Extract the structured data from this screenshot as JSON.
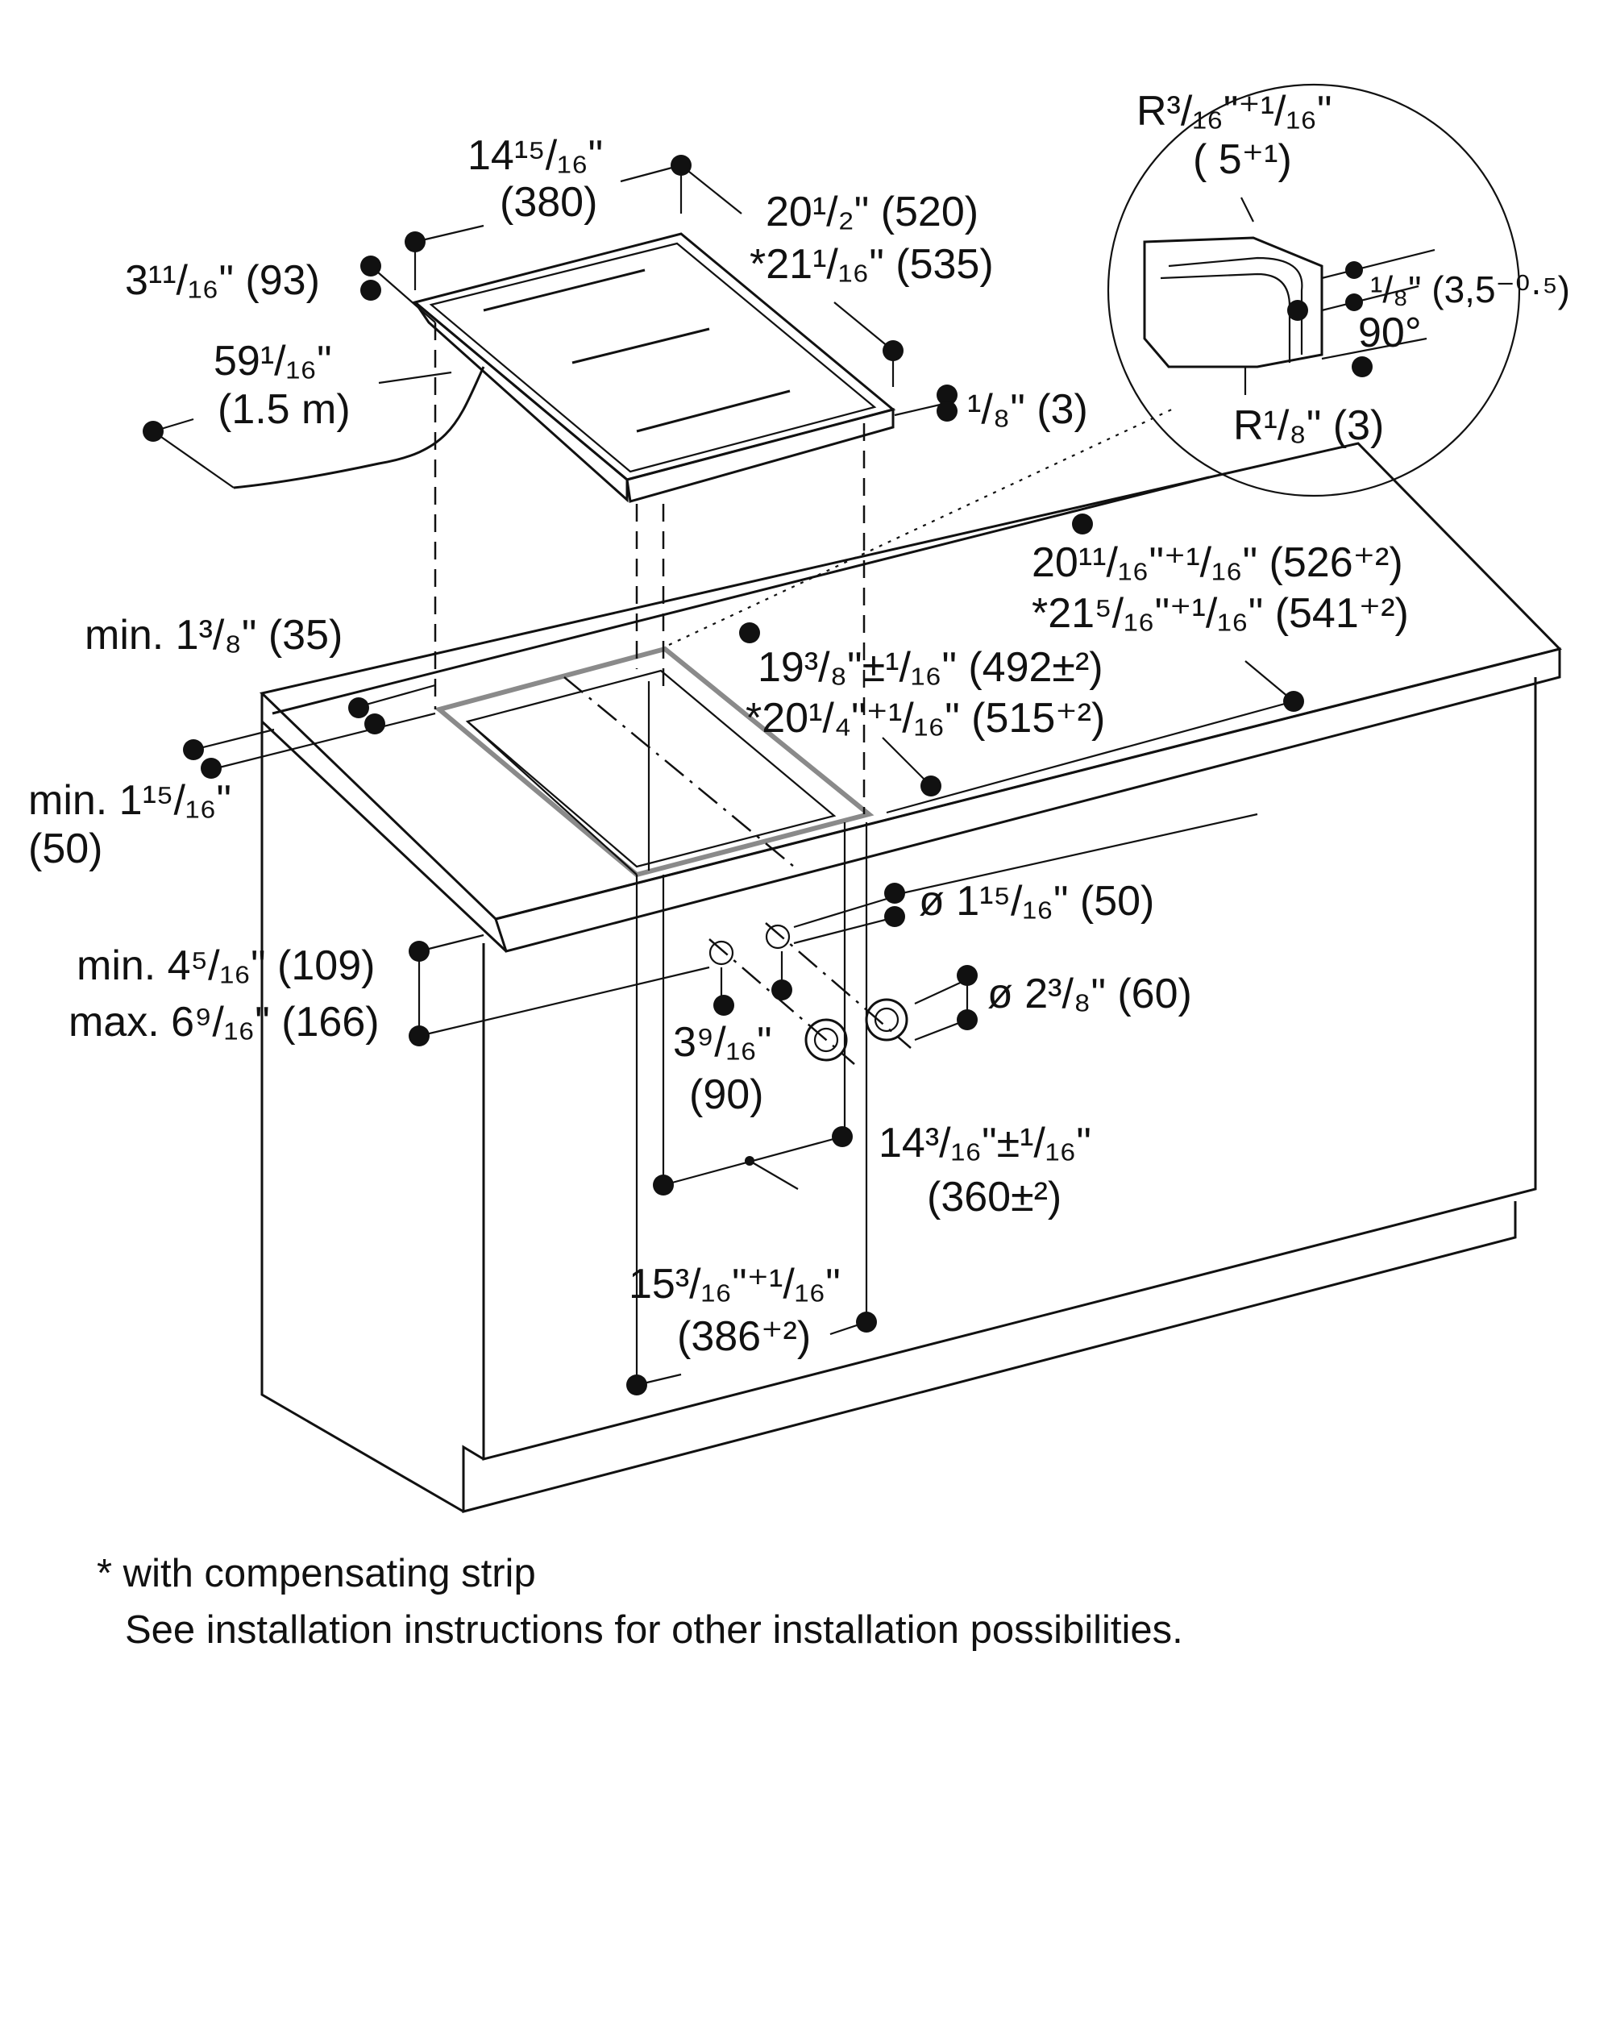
{
  "drawing": {
    "labels": {
      "width_top": "14¹⁵/₁₆\"",
      "width_top_mm": "(380)",
      "depth_top": "20¹/₂\" (520)",
      "depth_top_strip": "*21¹/₁₆\" (535)",
      "height_top": "3¹¹/₁₆\" (93)",
      "cable": "59¹/₁₆\"",
      "cable_m": "(1.5 m)",
      "frame": "¹/₈\" (3)",
      "radius_top": "R³/₁₆\"⁺¹/₁₆\"",
      "radius_top_mm": "( 5⁺¹)",
      "detail_depth": "¹/₈\" (3,5⁻⁰·⁵)",
      "detail_angle": "90°",
      "radius_bottom": "R¹/₈\" (3)",
      "min_front": "min. 1³/₈\" (35)",
      "min_side": "min. 1¹⁵/₁₆\"",
      "min_side_mm": "(50)",
      "countertop": "20¹¹/₁₆\"⁺¹/₁₆\" (526⁺²)",
      "countertop_strip": "*21⁵/₁₆\"⁺¹/₁₆\" (541⁺²)",
      "cutout": "19³/₈\"±¹/₁₆\" (492±²)",
      "cutout_strip": "*20¹/₄\"⁺¹/₁₆\" (515⁺²)",
      "hole_small": "ø 1¹⁵/₁₆\" (50)",
      "hole_large": "ø 2³/₈\" (60)",
      "hole_min": "min. 4⁵/₁₆\" (109)",
      "hole_max": "max. 6⁹/₁₆\" (166)",
      "hole_spacing": "3⁹/₁₆\"",
      "hole_spacing_mm": "(90)",
      "cutout_width": "14³/₁₆\"±¹/₁₆\"",
      "cutout_width_mm": "(360±²)",
      "opening_width": "15³/₁₆\"⁺¹/₁₆\"",
      "opening_width_mm": "(386⁺²)"
    }
  },
  "footnotes": {
    "strip": "* with compensating strip",
    "see": "See installation instructions for other installation possibilities."
  }
}
